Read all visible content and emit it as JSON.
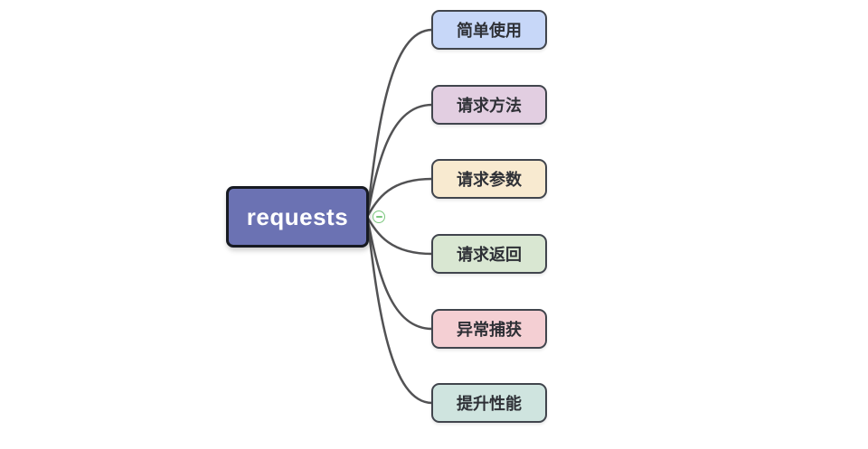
{
  "canvas": {
    "background": "#ffffff"
  },
  "root": {
    "label": "requests",
    "fill": "#6b72b3",
    "border_color": "#171a22",
    "text_color": "#ffffff"
  },
  "collapse_button": {
    "symbol": "minus",
    "color": "#7bc77e"
  },
  "connectors": {
    "color": "#525254",
    "width": "2.5"
  },
  "branches": [
    {
      "label": "简单使用",
      "fill": "#c7d7f8",
      "border": "#41454d"
    },
    {
      "label": "请求方法",
      "fill": "#e2cee1",
      "border": "#41454d"
    },
    {
      "label": "请求参数",
      "fill": "#f8ead0",
      "border": "#41454d"
    },
    {
      "label": "请求返回",
      "fill": "#d9e7d2",
      "border": "#41454d"
    },
    {
      "label": "异常捕获",
      "fill": "#f4cfd3",
      "border": "#41454d"
    },
    {
      "label": "提升性能",
      "fill": "#cfe4df",
      "border": "#41454d"
    }
  ]
}
